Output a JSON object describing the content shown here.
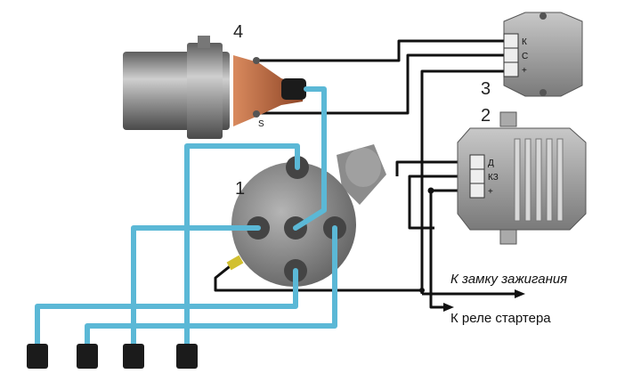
{
  "components": {
    "distributor": {
      "number": "1"
    },
    "regulator": {
      "number": "2",
      "terminals": [
        "Д",
        "КЗ",
        "+"
      ]
    },
    "switch_unit": {
      "number": "3",
      "terminals": [
        "К",
        "С",
        "+"
      ]
    },
    "coil": {
      "number": "4",
      "terminal_label": "S"
    }
  },
  "captions": {
    "ignition_lock": "К замку зажигания",
    "starter_relay": "К реле стартера"
  },
  "colors": {
    "hv_wire": "#5bb8d6",
    "lv_wire": "#111111",
    "body_gray": "#8a8a8a",
    "coil_copper": "#b8623a"
  }
}
